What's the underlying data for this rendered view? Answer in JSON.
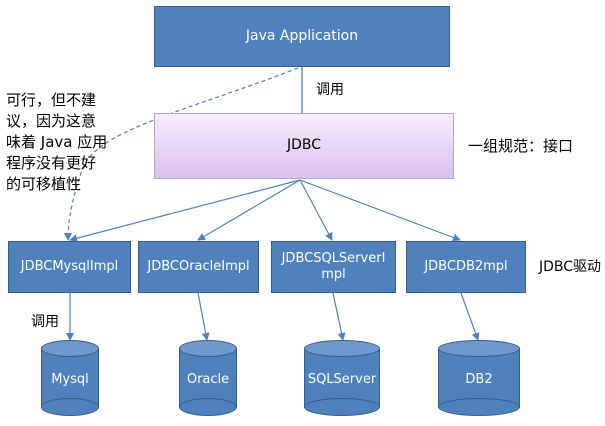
{
  "diagram": {
    "app": {
      "label": "Java Application"
    },
    "call_label_top": "调用",
    "jdbc": {
      "label": "JDBC"
    },
    "jdbc_note": "一组规范：接口",
    "side_note": [
      "可行，但不建",
      "议，因为这意",
      "味着 Java 应用",
      "程序没有更好",
      "的可移植性"
    ],
    "drivers_label": "JDBC驱动",
    "call_label_bottom": "调用",
    "drivers": [
      {
        "label_lines": [
          "JDBCMysqlImpl"
        ]
      },
      {
        "label_lines": [
          "JDBCOracleImpl"
        ]
      },
      {
        "label_lines": [
          "JDBCSQLServerI",
          "mpl"
        ]
      },
      {
        "label_lines": [
          "JDBCDB2mpl"
        ]
      }
    ],
    "databases": [
      {
        "label": "Mysql"
      },
      {
        "label": "Oracle"
      },
      {
        "label": "SQLServer"
      },
      {
        "label": "DB2"
      }
    ],
    "colors": {
      "box_fill": "#4f81bd",
      "box_border": "#385d8a",
      "connector": "#4f81bd",
      "jdbc_fill": "#e6d4f5"
    }
  }
}
